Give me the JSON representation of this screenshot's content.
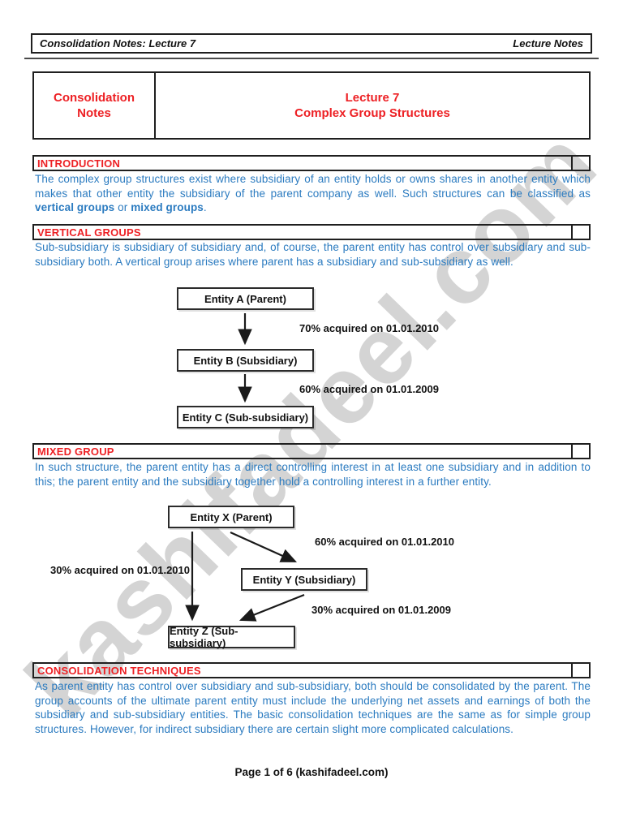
{
  "page_header": {
    "left": "Consolidation Notes: Lecture 7",
    "right": "Lecture Notes"
  },
  "title_table": {
    "left_cell": {
      "line1": "Consolidation",
      "line2": "Notes"
    },
    "right_cell": {
      "line1": "Lecture 7",
      "line2": "Complex Group Structures"
    }
  },
  "watermark": {
    "text": "kashifadeel.com"
  },
  "colors": {
    "heading_red": "#ed2024",
    "body_blue": "#2b7bc0",
    "watermark_gray": "#d4d4d4",
    "border_black": "#1f1f1f"
  },
  "sections": {
    "introduction": {
      "heading": "INTRODUCTION",
      "paragraph_runs": [
        "The complex group structures exist where subsidiary of an entity holds or owns shares in another entity which makes that other entity the subsidiary of the parent company as well. Such structures can be classified as ",
        "vertical groups",
        " or ",
        "mixed groups",
        "."
      ]
    },
    "vertical_groups": {
      "heading": "VERTICAL GROUPS",
      "paragraph": "Sub-subsidiary is subsidiary of subsidiary and, of course, the parent entity has control over subsidiary and sub-subsidiary both. A vertical group arises where parent has a subsidiary and sub-subsidiary as well."
    },
    "mixed_group": {
      "heading": "MIXED GROUP",
      "paragraph": "In such structure, the parent entity has a direct controlling interest in at least one subsidiary and in addition to this; the parent entity and the subsidiary together hold a controlling interest in a further entity."
    },
    "consolidation_techniques": {
      "heading": "CONSOLIDATION TECHNIQUES",
      "paragraph": "As parent entity has control over subsidiary and sub-subsidiary, both should be consolidated by the parent. The group accounts of the ultimate parent entity must include the underlying net assets and earnings of both the subsidiary and sub-subsidiary entities. The basic consolidation techniques are the same as for simple group structures. However, for indirect subsidiary there are certain slight more complicated calculations."
    }
  },
  "diagrams": {
    "vertical_group": {
      "boxes": {
        "parent": "Entity A (Parent)",
        "subsidiary": "Entity B (Subsidiary)",
        "sub_subsidiary": "Entity C (Sub-subsidiary)"
      },
      "labels": {
        "parent_to_subsidiary": "70% acquired on 01.01.2010",
        "subsidiary_to_sub": "60% acquired on 01.01.2009"
      }
    },
    "mixed_group": {
      "boxes": {
        "parent": "Entity X (Parent)",
        "subsidiary": "Entity Y (Subsidiary)",
        "sub_subsidiary": "Entity Z (Sub-subsidiary)"
      },
      "labels": {
        "parent_to_subsidiary": "60% acquired on 01.01.2010",
        "parent_to_sub": "30% acquired on 01.01.2010",
        "subsidiary_to_sub": "30% acquired on 01.01.2009"
      }
    }
  },
  "footer": {
    "page_text": "Page 1 of 6 ",
    "site_text": "(kashifadeel.com)"
  }
}
